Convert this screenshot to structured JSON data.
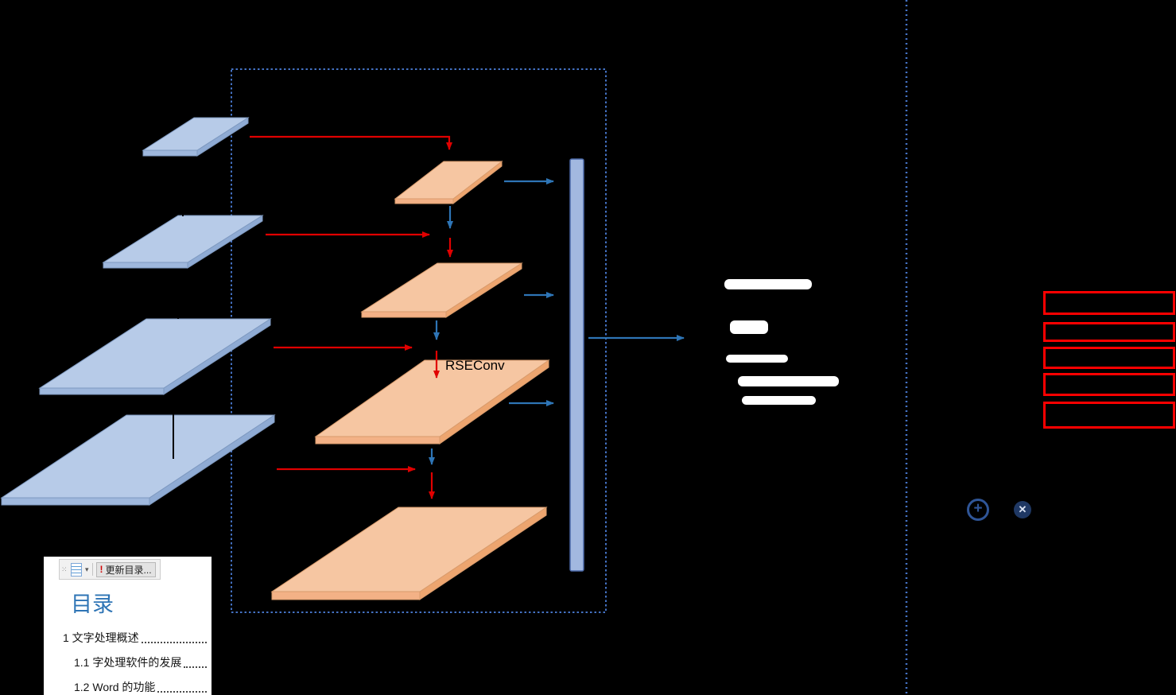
{
  "diagram": {
    "rseconv_label": "RSEConv",
    "colors": {
      "input_layer_fill": "#b7cbe8",
      "feature_layer_fill": "#f6c6a2",
      "red_arrow": "#e00000",
      "blue_arrow": "#2e75b6",
      "dotted_border": "#4472c4",
      "concat_bar_fill": "#a2b8e0",
      "flow_box_border": "#ff0000"
    },
    "operators": {
      "add": "+",
      "multiply": "✕"
    }
  },
  "word_popup": {
    "toolbar": {
      "update_button_label": "更新目录...",
      "icons": {
        "drag_handle": "⁙",
        "caret": "▾",
        "warning": "!"
      }
    },
    "title": "目录",
    "entries": [
      "1 文字处理概述",
      "1.1 字处理软件的发展",
      "1.2 Word 的功能"
    ]
  }
}
